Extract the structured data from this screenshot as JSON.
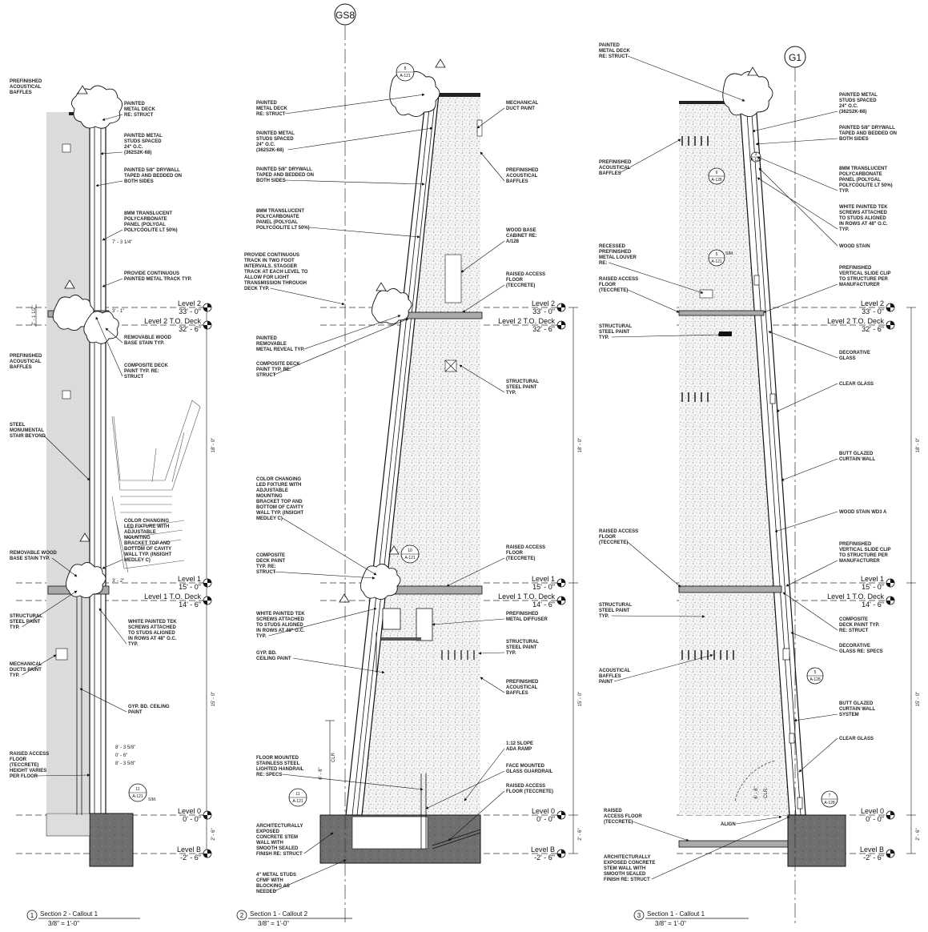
{
  "grids": {
    "gs8": "GS8",
    "g1": "G1"
  },
  "sections": {
    "s1": {
      "number": "1",
      "title": "Section 2 - Callout 1",
      "scale": "3/8\" = 1'-0\"",
      "dims": {
        "d1": "18' - 0\"",
        "d2": "15' - 0\"",
        "d3": "2' - 6\"",
        "d4": "7' - 3 1/4\"",
        "d5": "2' - 1 1/2\"",
        "d6": "3' - 1\"",
        "d7": "3' - 2\"",
        "d8": "8' - 3 5/8\"",
        "d9": "0' - 6\"",
        "d10": "8' - 3 5/8\""
      },
      "tags": {
        "t1": "11",
        "t1b": "A-121",
        "sim": "SIM."
      },
      "notes": {
        "n1": [
          "PREFINISHED",
          "ACOUSTICAL",
          "BAFFLES"
        ],
        "n2": [
          "PAINTED",
          "METAL DECK",
          "RE: STRUCT"
        ],
        "n3": [
          "PAINTED METAL",
          "STUDS SPACED",
          "24\" O.C.",
          "(362S2K-68)"
        ],
        "n4": [
          "PAINTED 5/8\" DRYWALL",
          "TAPED AND BEDDED ON",
          "BOTH SIDES"
        ],
        "n5": [
          "8MM TRANSLUCENT",
          "POLYCARBONATE",
          "PANEL (POLYGAL",
          "POLYCOOLITE LT 50%)"
        ],
        "n6": [
          "PROVIDE CONTINUOUS",
          "PAINTED METAL TRACK TYP."
        ],
        "n7": [
          "REMOVABLE WOOD",
          "BASE STAIN TYP."
        ],
        "n8": [
          "COMPOSITE DECK",
          "PAINT TYP. RE:",
          "STRUCT"
        ],
        "n9": [
          "PREFINISHED",
          "ACOUSTICAL",
          "BAFFLES"
        ],
        "n10": [
          "STEEL",
          "MONUMENTAL",
          "STAIR BEYOND"
        ],
        "n11": [
          "COLOR CHANGING",
          "LED FIXTURE WITH",
          "ADJUSTABLE",
          "MOUNTING",
          "BRACKET TOP AND",
          "BOTTOM OF CAVITY",
          "WALL TYP. (INSIGHT",
          "MEDLEY C)"
        ],
        "n12": [
          "REMOVABLE WOOD",
          "BASE STAIN TYP."
        ],
        "n13": [
          "STRUCTURAL",
          "STEEL PAINT",
          "TYP."
        ],
        "n14": [
          "WHITE PAINTED TEK",
          "SCREWS ATTACHED",
          "TO STUDS ALIGNED",
          "IN ROWS AT 48\" O.C.",
          "TYP."
        ],
        "n15": [
          "MECHANICAL",
          "DUCTS PAINT",
          "TYP."
        ],
        "n16": [
          "GYP. BD. CEILING",
          "PAINT"
        ],
        "n17": [
          "RAISED ACCESS",
          "FLOOR",
          "(TECCRETE)",
          "HEIGHT VARIES",
          "PER FLOOR"
        ]
      }
    },
    "s2": {
      "number": "2",
      "title": "Section 1 - Callout 2",
      "scale": "3/8\" = 1'-0\"",
      "dims": {
        "d1": "18' - 0\"",
        "d2": "15' - 0\"",
        "d3": "2' - 6\"",
        "d4": "6' - 8\"",
        "d5": "CLR"
      },
      "tags": {
        "t1": "8",
        "t1b": "A-121",
        "t2": "10",
        "t2b": "A-121",
        "t3": "11",
        "t3b": "A-121"
      },
      "notes": {
        "n1": [
          "PAINTED",
          "METAL DECK",
          "RE: STRUCT"
        ],
        "n2": [
          "PAINTED METAL",
          "STUDS SPACED",
          "24\" O.C.",
          "(362S2K-68)"
        ],
        "n3": [
          "PAINTED 5/8\" DRYWALL",
          "TAPED AND BEDDED ON",
          "BOTH SIDES"
        ],
        "n4": [
          "8MM TRANSLUCENT",
          "POLYCARBONATE",
          "PANEL (POLYGAL",
          "POLYCOOLITE LT 50%)"
        ],
        "n5": [
          "PROVIDE CONTINUOUS",
          "TRACK IN TWO FOOT",
          "INTERVALS.  STAGGER",
          "TRACK AT EACH LEVEL TO",
          "ALLOW FOR LIGHT",
          "TRANSMISSION THROUGH",
          "DECK TYP."
        ],
        "n6": [
          "PAINTED",
          "REMOVABLE",
          "METAL REVEAL TYP."
        ],
        "n7": [
          "COMPOSITE DECK",
          "PAINT TYP. RE:",
          "STRUCT"
        ],
        "n8": [
          "COLOR CHANGING",
          "LED FIXTURE WITH",
          "ADJUSTABLE",
          "MOUNTING",
          "BRACKET TOP AND",
          "BOTTOM OF CAVITY",
          "WALL TYP. (INSIGHT",
          "MEDLEY C)"
        ],
        "n9": [
          "COMPOSITE",
          "DECK PAINT",
          "TYP. RE:",
          "STRUCT"
        ],
        "n10": [
          "WHITE PAINTED TEK",
          "SCREWS ATTACHED",
          "TO STUDS ALIGNED",
          "IN ROWS AT 48\" O.C.",
          "TYP."
        ],
        "n11": [
          "GYP. BD.",
          "CEILING PAINT"
        ],
        "n12": [
          "FLOOR MOUNTED",
          "STAINLESS STEEL",
          "LIGHTED HANDRAIL",
          "RE: SPECS"
        ],
        "n13": [
          "ARCHITECTURALLY",
          "EXPOSED",
          "CONCRETE STEM",
          "WALL WITH",
          "SMOOTH SEALED",
          "FINISH RE: STRUCT"
        ],
        "n14": [
          "4\" METAL STUDS",
          "CFMF WITH",
          "BLOCKING AS",
          "NEEDED"
        ],
        "n15": [
          "MECHANICAL",
          "DUCT PAINT"
        ],
        "n16": [
          "PREFINISHED",
          "ACOUSTICAL",
          "BAFFLES"
        ],
        "n17": [
          "WOOD BASE",
          "CABINET RE:",
          "A/128"
        ],
        "n18": [
          "RAISED ACCESS",
          "FLOOR",
          "(TECCRETE)"
        ],
        "n19": [
          "STRUCTURAL",
          "STEEL PAINT",
          "TYP."
        ],
        "n20": [
          "RAISED ACCESS",
          "FLOOR",
          "(TECCRETE)"
        ],
        "n21": [
          "PREFINISHED",
          "METAL DIFFUSER"
        ],
        "n22": [
          "STRUCTURAL",
          "STEEL PAINT",
          "TYP."
        ],
        "n23": [
          "PREFINISHED",
          "ACOUSTICAL",
          "BAFFLES"
        ],
        "n24": [
          "1:12 SLOPE",
          "ADA RAMP"
        ],
        "n25": [
          "FACE MOUNTED",
          "GLASS GUARDRAIL"
        ],
        "n26": [
          "RAISED ACCESS",
          "FLOOR (TECCRETE)"
        ]
      }
    },
    "s3": {
      "number": "3",
      "title": "Section 1 - Callout 1",
      "scale": "3/8\" = 1'-0\"",
      "dims": {
        "d1": "18' - 0\"",
        "d2": "15' - 0\"",
        "d3": "2' - 6\"",
        "d4": "6' - 8\"",
        "d5": "CLR."
      },
      "tags": {
        "t1": "6",
        "t1b": "A-128",
        "t2": "5",
        "t2b": "A-121",
        "t3": "5",
        "t3b": "A-128",
        "t4": "7",
        "t4b": "A-128",
        "t5": "3",
        "t5b": "A-128",
        "sim": "SIM."
      },
      "notes": {
        "n1": [
          "PAINTED",
          "METAL DECK",
          "RE: STRUCT"
        ],
        "n2": [
          "PREFINISHED",
          "ACOUSTICAL",
          "BAFFLES"
        ],
        "n3": [
          "RECESSED",
          "PREFINISHED",
          "METAL LOUVER",
          "RE:"
        ],
        "n4": [
          "RAISED ACCESS",
          "FLOOR",
          "(TECCRETE)"
        ],
        "n5": [
          "STRUCTURAL",
          "STEEL PAINT",
          "TYP."
        ],
        "n6": [
          "RAISED ACCESS",
          "FLOOR",
          "(TECCRETE)"
        ],
        "n7": [
          "STRUCTURAL",
          "STEEL PAINT",
          "TYP."
        ],
        "n8": [
          "ACOUSTICAL",
          "BAFFLES",
          "PAINT"
        ],
        "n9": [
          "RAISED",
          "ACCESS FLOOR",
          "(TECCRETE)"
        ],
        "n10": [
          "ARCHITECTURALLY",
          "EXPOSED CONCRETE",
          "STEM WALL WITH",
          "SMOOTH SEALED",
          "FINISH RE: STRUCT"
        ],
        "n11": [
          "PAINTED METAL",
          "STUDS SPACED",
          "24\" O.C.",
          "(362S2K-68)"
        ],
        "n12": [
          "PAINTED 5/8\" DRYWALL",
          "TAPED AND BEDDED ON",
          "BOTH SIDES"
        ],
        "n13": [
          "8MM TRANSLUCENT",
          "POLYCARBONATE",
          "PANEL (POLYGAL",
          "POLYCOOLITE LT 50%)",
          "TYP."
        ],
        "n14": [
          "WHITE PAINTED TEK",
          "SCREWS ATTACHED",
          "TO STUDS ALIGNED",
          "IN ROWS AT 48\" O.C.",
          "TYP."
        ],
        "n15": [
          "WOOD STAIN"
        ],
        "n16": [
          "PREFINISHED",
          "VERTICAL SLIDE CLIP",
          "TO STRUCTURE PER",
          "MANUFACTURER"
        ],
        "n17": [
          "DECORATIVE",
          "GLASS"
        ],
        "n18": [
          "CLEAR GLASS"
        ],
        "n19": [
          "BUTT GLAZED",
          "CURTAIN WALL"
        ],
        "n20": [
          "WOOD STAIN WD3 A"
        ],
        "n21": [
          "PREFINISHED",
          "VERTICAL SLIDE CLIP",
          "TO STRUCTURE PER",
          "MANUFACTURER"
        ],
        "n22": [
          "COMPOSITE",
          "DECK PAINT TYP.",
          "RE: STRUCT"
        ],
        "n23": [
          "DECORATIVE",
          "GLASS RE: SPECS"
        ],
        "n24": [
          "BUTT GLAZED",
          "CURTAIN WALL",
          "SYSTEM"
        ],
        "n25": [
          "CLEAR GLASS"
        ],
        "n26": [
          "ALIGN"
        ]
      }
    }
  },
  "levels": {
    "l2": {
      "name": "Level 2",
      "elev": "33' - 0\""
    },
    "l2d": {
      "name": "Level 2 T.O. Deck",
      "elev": "32' - 6\""
    },
    "l1": {
      "name": "Level 1",
      "elev": "15' - 0\""
    },
    "l1d": {
      "name": "Level 1 T.O. Deck",
      "elev": "14' - 6\""
    },
    "l0": {
      "name": "Level 0",
      "elev": "0' - 0\""
    },
    "lb": {
      "name": "Level B",
      "elev": "-2' - 6\""
    }
  }
}
